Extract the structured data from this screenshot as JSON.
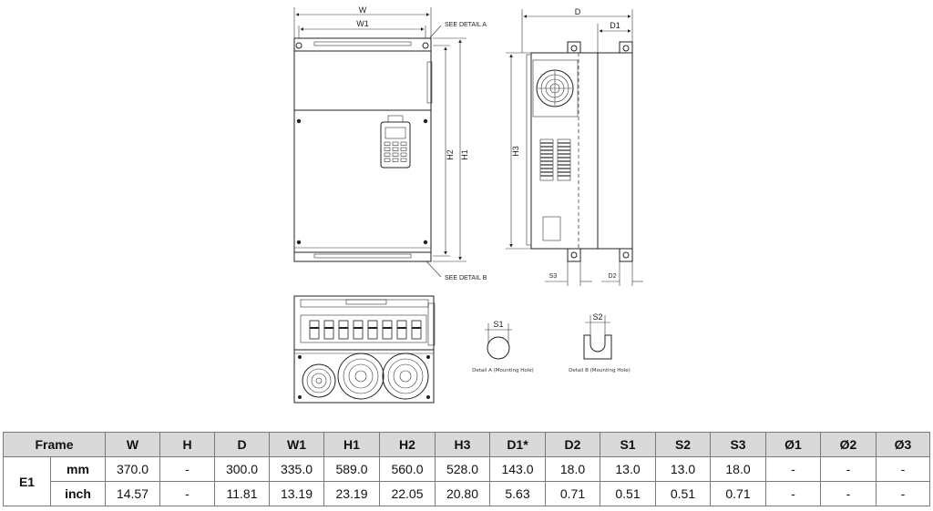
{
  "drawing": {
    "front_labels": {
      "w": "W",
      "w1": "W1",
      "h1": "H1",
      "h2": "H2",
      "see_detail_a": "SEE DETAIL A",
      "see_detail_b": "SEE DETAIL B"
    },
    "side_labels": {
      "d": "D",
      "d1": "D1",
      "h3": "H3",
      "s3": "S3",
      "d2": "D2"
    },
    "detail_a": {
      "dim": "S1",
      "caption": "Detail A (Mounting Hole)"
    },
    "detail_b": {
      "dim": "S2",
      "caption": "Detail B (Mounting Hole)"
    }
  },
  "table": {
    "header": [
      "Frame",
      "W",
      "H",
      "D",
      "W1",
      "H1",
      "H2",
      "H3",
      "D1*",
      "D2",
      "S1",
      "S2",
      "S3",
      "Ø1",
      "Ø2",
      "Ø3"
    ],
    "frame": "E1",
    "rows": [
      {
        "unit": "mm",
        "values": [
          "370.0",
          "-",
          "300.0",
          "335.0",
          "589.0",
          "560.0",
          "528.0",
          "143.0",
          "18.0",
          "13.0",
          "13.0",
          "18.0",
          "-",
          "-",
          "-"
        ]
      },
      {
        "unit": "inch",
        "values": [
          "14.57",
          "-",
          "11.81",
          "13.19",
          "23.19",
          "22.05",
          "20.80",
          "5.63",
          "0.71",
          "0.51",
          "0.51",
          "0.71",
          "-",
          "-",
          "-"
        ]
      }
    ]
  }
}
